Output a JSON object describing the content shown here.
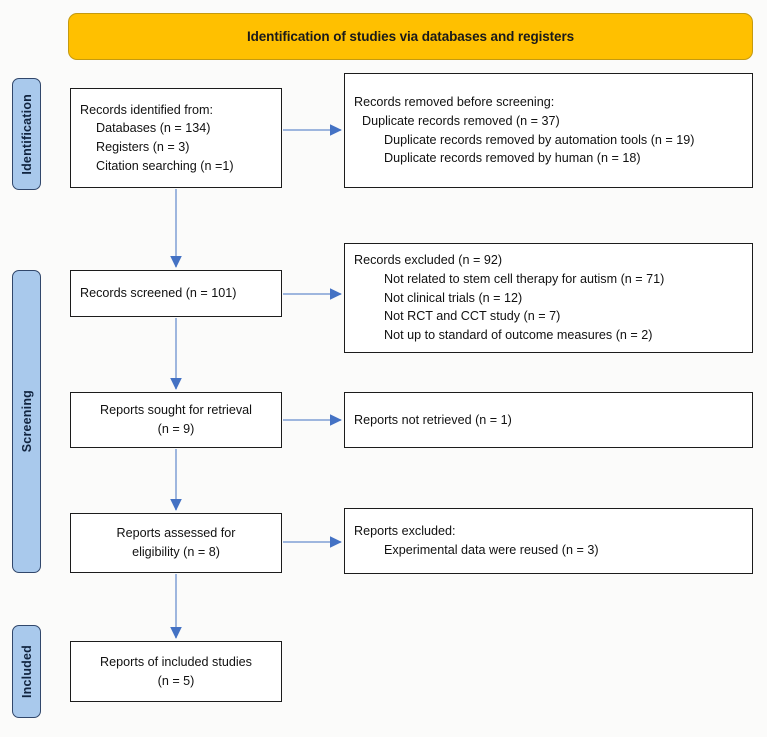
{
  "banner": {
    "title": "Identification of studies via databases and registers",
    "fill": "#FFC000"
  },
  "stages": [
    {
      "label": "Identification"
    },
    {
      "label": "Screening"
    },
    {
      "label": "Included"
    }
  ],
  "colors": {
    "arrow": "#4472C4",
    "stage_fill": "#A9C9EC",
    "stage_border": "#31476B",
    "box_border": "#1C1C1C",
    "background": "#FBFBFA"
  },
  "boxes": {
    "identified": {
      "lines": [
        "Records identified from:",
        "Databases (n = 134)",
        "Registers (n = 3)",
        "Citation searching (n =1)"
      ]
    },
    "removed": {
      "lines": [
        "Records removed before screening:",
        "Duplicate records removed (n = 37)",
        "Duplicate records removed by automation tools (n = 19)",
        "Duplicate records removed by human (n = 18)"
      ]
    },
    "screened": {
      "lines": [
        "Records screened (n = 101)"
      ]
    },
    "excluded": {
      "lines": [
        "Records excluded (n = 92)",
        "Not related to stem cell therapy for autism (n = 71)",
        "Not clinical trials (n = 12)",
        "Not RCT and CCT study (n = 7)",
        "Not up to standard of outcome measures (n = 2)"
      ]
    },
    "sought": {
      "lines": [
        "Reports sought for retrieval",
        "(n = 9)"
      ]
    },
    "not_retrieved": {
      "lines": [
        "Reports not retrieved (n = 1)"
      ]
    },
    "assessed": {
      "lines": [
        "Reports assessed for",
        "eligibility (n = 8)"
      ]
    },
    "reports_excluded": {
      "lines": [
        "Reports excluded:",
        "Experimental data were reused (n = 3)"
      ]
    },
    "included": {
      "lines": [
        "Reports of included studies",
        "(n = 5)"
      ]
    }
  },
  "chart_data": {
    "type": "diagram",
    "title": "Identification of studies via databases and registers",
    "flow": [
      {
        "stage": "Identification",
        "node": "Records identified from: Databases (n = 134), Registers (n = 3), Citation searching (n = 1)",
        "n_databases": 134,
        "n_registers": 3,
        "n_citation": 1
      },
      {
        "stage": "Identification",
        "node": "Records removed before screening",
        "n_duplicates_total": 37,
        "n_duplicates_automation": 19,
        "n_duplicates_human": 18
      },
      {
        "stage": "Screening",
        "node": "Records screened",
        "n": 101
      },
      {
        "stage": "Screening",
        "node": "Records excluded",
        "n": 92,
        "reasons": [
          {
            "reason": "Not related to stem cell therapy for autism",
            "n": 71
          },
          {
            "reason": "Not clinical trials",
            "n": 12
          },
          {
            "reason": "Not RCT and CCT study",
            "n": 7
          },
          {
            "reason": "Not up to standard of outcome measures",
            "n": 2
          }
        ]
      },
      {
        "stage": "Screening",
        "node": "Reports sought for retrieval",
        "n": 9
      },
      {
        "stage": "Screening",
        "node": "Reports not retrieved",
        "n": 1
      },
      {
        "stage": "Screening",
        "node": "Reports assessed for eligibility",
        "n": 8
      },
      {
        "stage": "Screening",
        "node": "Reports excluded: Experimental data were reused",
        "n": 3
      },
      {
        "stage": "Included",
        "node": "Reports of included studies",
        "n": 5
      }
    ]
  }
}
